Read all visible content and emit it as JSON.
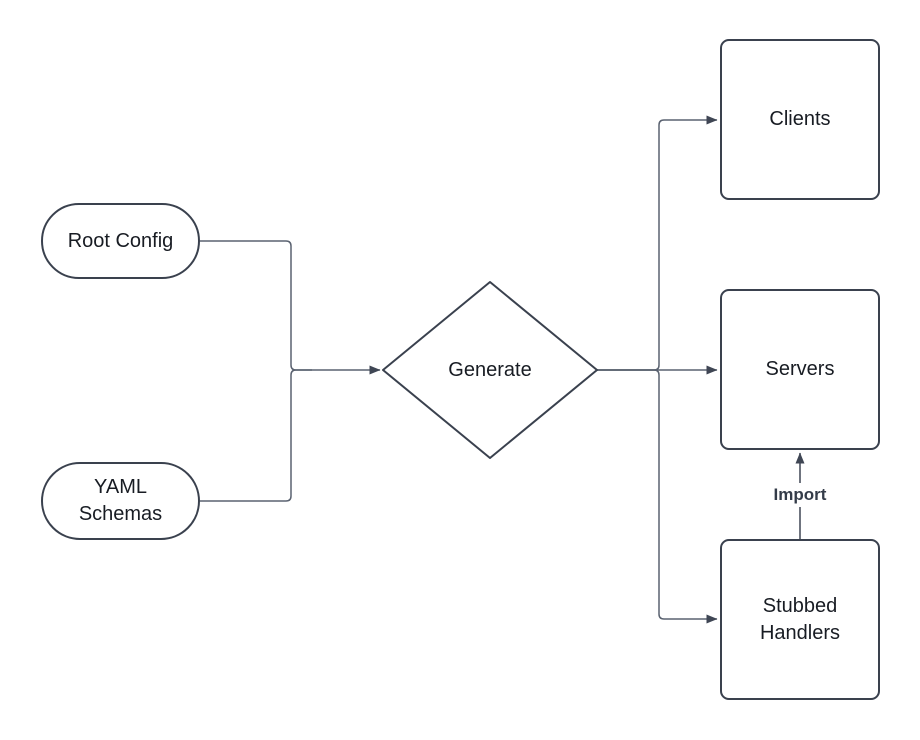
{
  "colors": {
    "background": "#ffffff",
    "node_fill": "#ffffff",
    "node_border": "#3a414e",
    "connector_line": "#5a6270",
    "arrowhead": "#3f4654",
    "node_text": "#181c23",
    "edge_label_text": "#343c49"
  },
  "nodes": {
    "root_config": {
      "shape": "stadium",
      "label": "Root Config"
    },
    "yaml_schemas": {
      "shape": "stadium",
      "label": "YAML Schemas",
      "lines": [
        "YAML",
        "Schemas"
      ]
    },
    "generate": {
      "shape": "diamond",
      "label": "Generate"
    },
    "clients": {
      "shape": "rounded-rect",
      "label": "Clients"
    },
    "servers": {
      "shape": "rounded-rect",
      "label": "Servers"
    },
    "stubbed_handlers": {
      "shape": "rounded-rect",
      "label": "Stubbed Handlers",
      "lines": [
        "Stubbed",
        "Handlers"
      ]
    }
  },
  "edges": [
    {
      "from": "root_config",
      "to": "generate",
      "label": ""
    },
    {
      "from": "yaml_schemas",
      "to": "generate",
      "label": ""
    },
    {
      "from": "generate",
      "to": "clients",
      "label": ""
    },
    {
      "from": "generate",
      "to": "servers",
      "label": ""
    },
    {
      "from": "generate",
      "to": "stubbed_handlers",
      "label": ""
    },
    {
      "from": "stubbed_handlers",
      "to": "servers",
      "label": "Import"
    }
  ]
}
